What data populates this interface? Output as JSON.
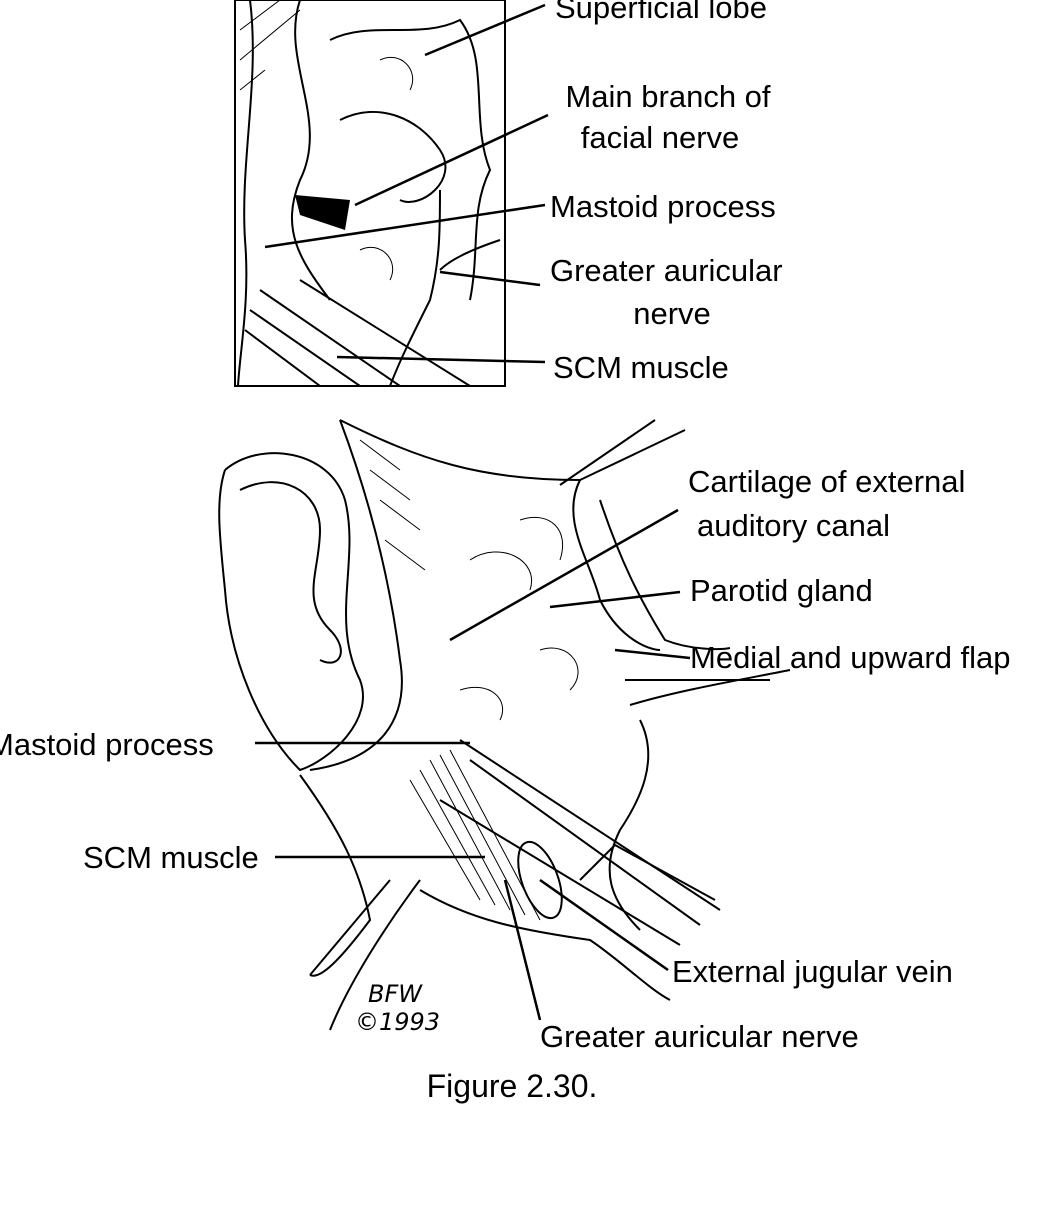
{
  "figure": {
    "caption": "Figure 2.30.",
    "signature": {
      "initials": "BFW",
      "year": "©1993"
    }
  },
  "inset_labels": {
    "superficial_lobe": "Superficial lobe",
    "main_branch_line1": "Main branch of",
    "main_branch_line2": "facial nerve",
    "mastoid_process": "Mastoid process",
    "greater_auricular_line1": "Greater auricular",
    "greater_auricular_line2": "nerve",
    "scm_muscle": "SCM muscle"
  },
  "main_labels": {
    "cartilage_line1": "Cartilage of external",
    "cartilage_line2": "auditory canal",
    "parotid_gland": "Parotid gland",
    "medial_flap": "Medial and upward flap",
    "mastoid_process": "Mastoid process",
    "scm_muscle": "SCM muscle",
    "external_jugular_vein": "External jugular vein",
    "greater_auricular_nerve": "Greater auricular nerve"
  }
}
